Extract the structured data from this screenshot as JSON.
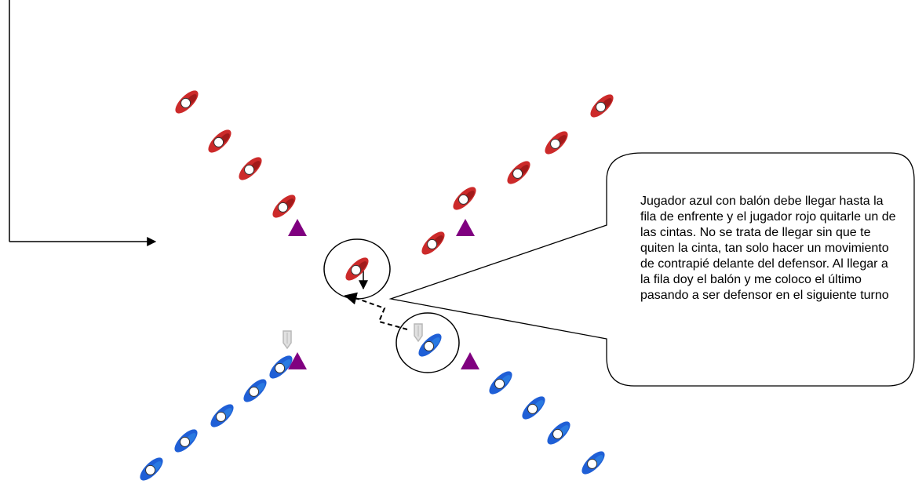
{
  "callout": {
    "text": "Jugador azul con balón debe llegar hasta la fila de enfrente y el jugador rojo quitarle un de las cintas. No se trata de llegar sin que te quiten la cinta, tan solo hacer un movimiento de contrapié delante del defensor. Al llegar a la fila doy el balón y me coloco el último pasando a ser defensor en el siguiente turno"
  },
  "colors": {
    "red_player": "#cc2a2a",
    "red_player_dark": "#8f1414",
    "blue_player": "#1f5fd6",
    "blue_player_light": "#2f86e6",
    "cone": "#800080",
    "ball": "#ffffff",
    "ghost_player": "#b8b8b8",
    "line": "#000000"
  },
  "icons": {
    "red_player": "red-player-icon",
    "blue_player": "blue-player-icon",
    "cone": "cone-triangle-icon",
    "ghost_player": "ghost-player-icon"
  },
  "teams": {
    "attackers": "blue",
    "defenders": "red"
  }
}
